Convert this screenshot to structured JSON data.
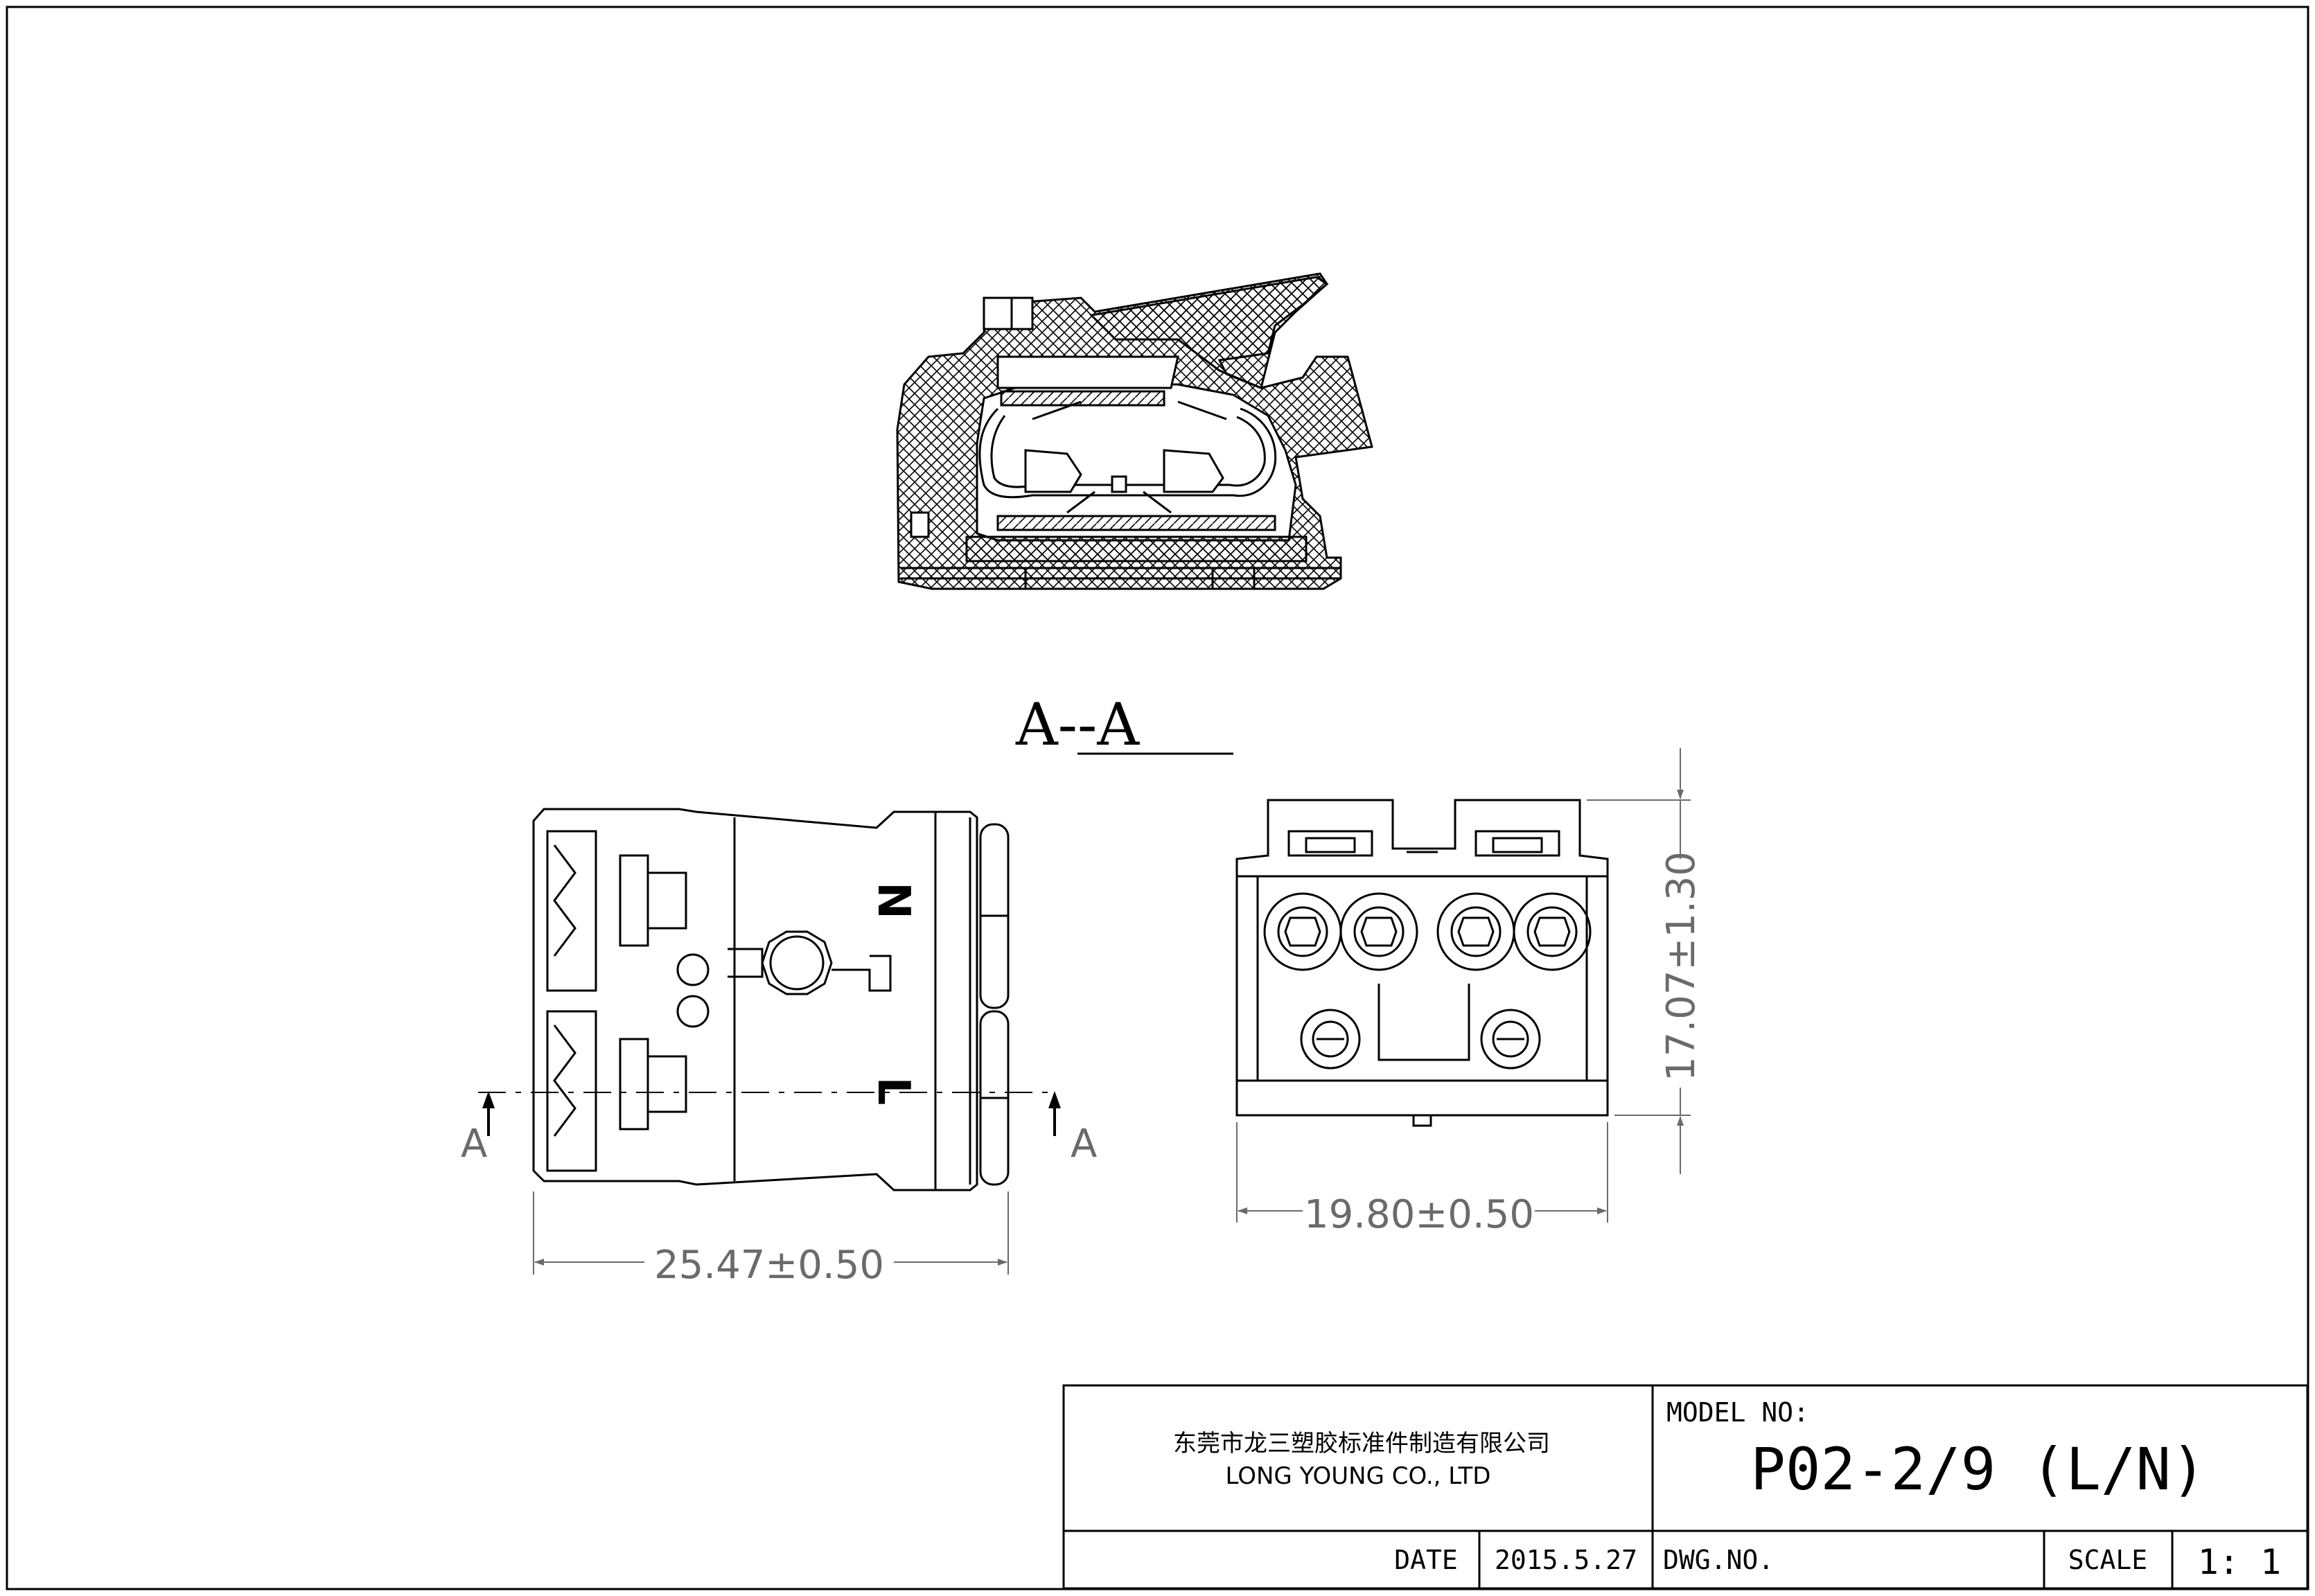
{
  "section": {
    "title": "A--A",
    "cut_marker": "A"
  },
  "top_view": {
    "mark_n": "N",
    "mark_l": "L",
    "width_dim": "25.47±0.50"
  },
  "side_view": {
    "width_dim": "19.80±0.50",
    "height_dim": "17.07±1.30"
  },
  "title_block": {
    "company_cn": "东莞市龙三塑胶标准件制造有限公司",
    "company_en": "LONG YOUNG CO., LTD",
    "model_label": "MODEL NO:",
    "model_value": "P02-2/9 (L/N)",
    "date_label": "DATE",
    "date_value": "2015.5.27",
    "dwg_label": "DWG.NO.",
    "dwg_value": "",
    "scale_label": "SCALE",
    "scale_value": "1: 1"
  },
  "colors": {
    "line": "#000000",
    "dimension": "#6a6a6a",
    "background": "#ffffff"
  }
}
